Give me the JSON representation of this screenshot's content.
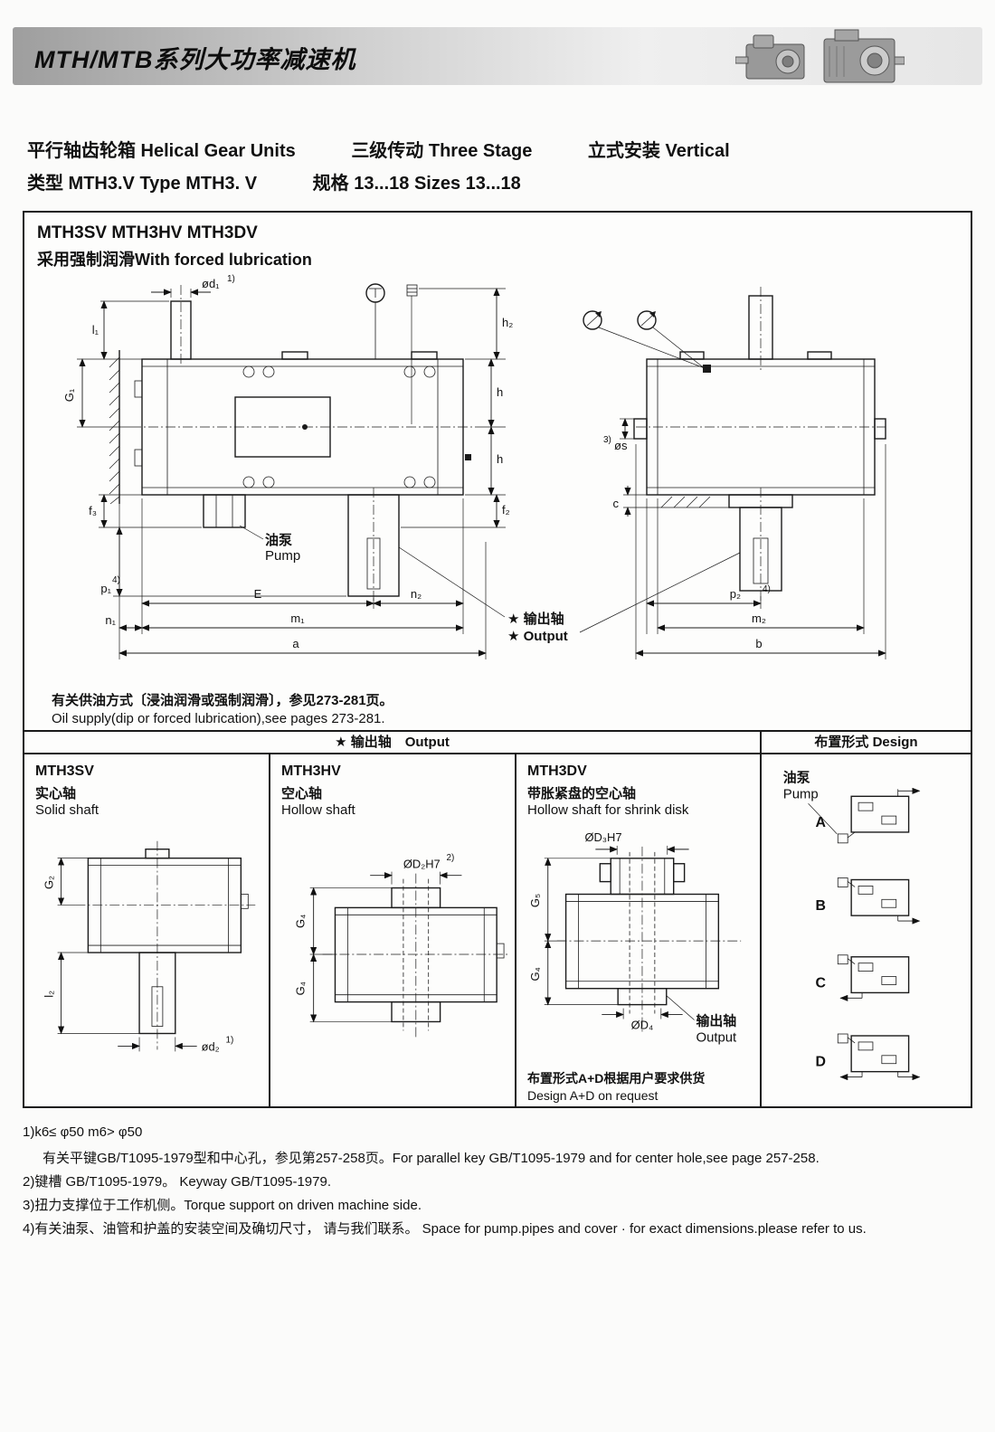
{
  "header": {
    "title": "MTH/MTB系列大功率减速机",
    "images": [
      "bevel-helical-gear-unit-photo",
      "helical-gear-unit-photo"
    ]
  },
  "intro": {
    "line1_a": "平行轴齿轮箱 Helical Gear Units",
    "line1_b": "三级传动 Three Stage",
    "line1_c": "立式安装 Vertical",
    "line2_a": "类型 MTH3.V Type MTH3. V",
    "line2_b": "规格 13...18 Sizes 13...18"
  },
  "drawing": {
    "models_title": "MTH3SV MTH3HV MTH3DV",
    "lubrication": "采用强制润滑With forced lubrication",
    "front": {
      "d1": "ød₁",
      "d1_sup": "1)",
      "l1": "l₁",
      "G1": "G₁",
      "f3": "f₃",
      "p1": "p₁",
      "p1_sup": "4)",
      "n1": "n₁",
      "E": "E",
      "m1": "m₁",
      "a": "a",
      "h2": "h₂",
      "h_upper": "h",
      "h_lower": "h",
      "f2": "f₂",
      "n2": "n₂",
      "pump_cn": "油泵",
      "pump_en": "Pump"
    },
    "side": {
      "s_sup": "3)",
      "s": "øs",
      "c": "c",
      "p2": "p₂",
      "p2_sup": "4)",
      "m2": "m₂",
      "b": "b"
    },
    "output_cn": "★ 输出轴",
    "output_en": "★ Output",
    "oil_note_cn": "有关供油方式〔浸油润滑或强制润滑〕，参见273-281页。",
    "oil_note_en": "Oil supply(dip or forced lubrication),see pages 273-281."
  },
  "table": {
    "header_output": "★ 输出轴　Output",
    "header_design": "布置形式 Design",
    "sv": {
      "model": "MTH3SV",
      "type_cn": "实心轴",
      "type_en": "Solid shaft",
      "G2": "G₂",
      "l2": "l₂",
      "d2": "ød₂",
      "d2_sup": "1)"
    },
    "hv": {
      "model": "MTH3HV",
      "type_cn": "空心轴",
      "type_en": "Hollow shaft",
      "D2": "ØD₂H7",
      "D2_sup": "2)",
      "G4a": "G₄",
      "G4b": "G₄"
    },
    "dv": {
      "model": "MTH3DV",
      "type_cn": "带胀紧盘的空心轴",
      "type_en": "Hollow shaft for shrink disk",
      "D3": "ØD₃H7",
      "G5": "G₅",
      "G4": "G₄",
      "D4": "ØD₄",
      "out_cn": "输出轴",
      "out_en": "Output",
      "note_cn": "布置形式A+D根据用户要求供货",
      "note_en": "Design A+D on request"
    },
    "design": {
      "pump_cn": "油泵",
      "pump_en": "Pump",
      "variants": [
        "A",
        "B",
        "C",
        "D"
      ]
    }
  },
  "footnotes": {
    "n1a": "1)k6≤ φ50 m6> φ50",
    "n1b": "有关平键GB/T1095-1979型和中心孔，参见第257-258页。For parallel key GB/T1095-1979 and for center hole,see page 257-258.",
    "n2": "2)键槽 GB/T1095-1979。 Keyway GB/T1095-1979.",
    "n3": "3)扭力支撑位于工作机侧。Torque support on driven machine side.",
    "n4": "4)有关油泵、油管和护盖的安装空间及确切尺寸， 请与我们联系。 Space for pump.pipes and cover · for exact dimensions.please refer to us."
  }
}
